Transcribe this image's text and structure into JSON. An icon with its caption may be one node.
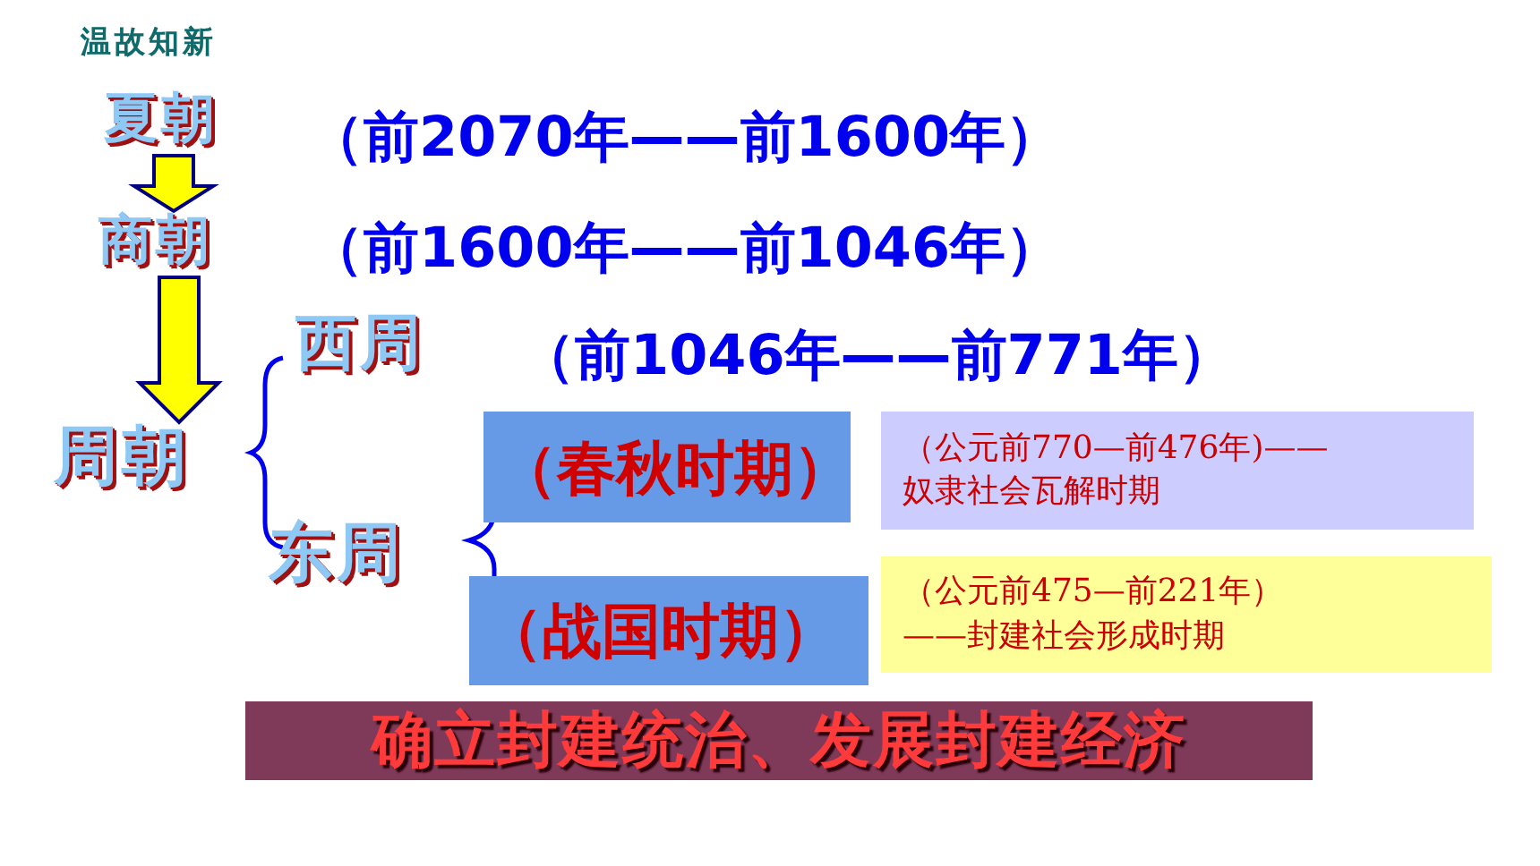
{
  "diagram": {
    "title": "温故知新",
    "nodes": [
      {
        "text": [
          "夏朝"
        ]
      },
      {
        "text": [
          "商朝"
        ]
      },
      {
        "text": [
          "周朝"
        ]
      },
      {
        "text": [
          "西周"
        ]
      },
      {
        "text": [
          "东周"
        ]
      },
      {
        "text": [
          "（春秋时期）"
        ]
      },
      {
        "text": [
          "（战国时期）"
        ]
      },
      {
        "text": [
          "（公元前770—前476年)——奴隶社会瓦解时期"
        ]
      },
      {
        "text": [
          "（公元前475—前221年） ——封建社会形成时期"
        ]
      },
      {
        "text": [
          "确立封建统治、发展封建经济"
        ]
      }
    ],
    "edges": [
      {
        "from": 0,
        "to": 1,
        "arrow": "to"
      },
      {
        "from": 1,
        "to": 2,
        "arrow": "to"
      }
    ],
    "labels": [
      "（前2070年——前1600年）",
      "（前1600年——前1046年）",
      "（前1046年——前771年）"
    ]
  }
}
